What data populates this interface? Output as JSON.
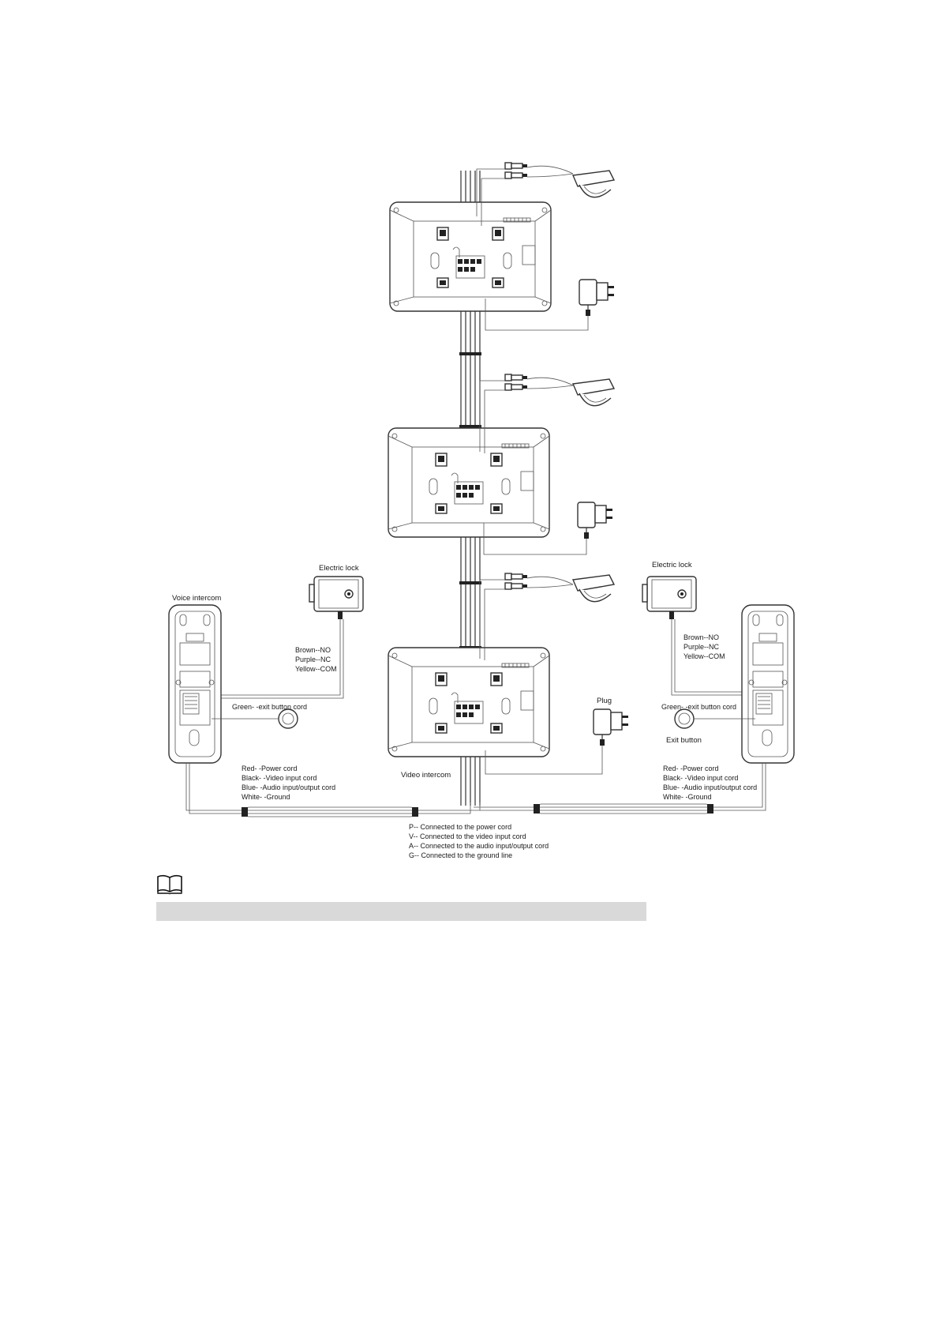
{
  "labels": {
    "voice_intercom": "Voice intercom",
    "electric_lock_left": "Electric lock",
    "electric_lock_right": "Electric lock",
    "plug": "Plug",
    "video_intercom": "Video intercom",
    "exit_button": "Exit button"
  },
  "lock_wiring_left": [
    "Brown--NO",
    "Purple--NC",
    "Yellow--COM"
  ],
  "lock_wiring_right": [
    "Brown--NO",
    "Purple--NC",
    "Yellow--COM"
  ],
  "exit_cord_left": "Green- -exit button cord",
  "exit_cord_right": "Green- -exit button cord",
  "cord_colors_left": [
    "Red- -Power cord",
    "Black- -Video input cord",
    "Blue- -Audio input/output cord",
    "White- -Ground"
  ],
  "cord_colors_right": [
    "Red- -Power cord",
    "Black- -Video input cord",
    "Blue- -Audio input/output cord",
    "White- -Ground"
  ],
  "legend": [
    "P-- Connected to the power cord",
    "V-- Connected to the video input cord",
    "A-- Connected to the audio input/output cord",
    "G-- Connected to the ground line"
  ],
  "icons": {
    "note": "book-icon"
  }
}
